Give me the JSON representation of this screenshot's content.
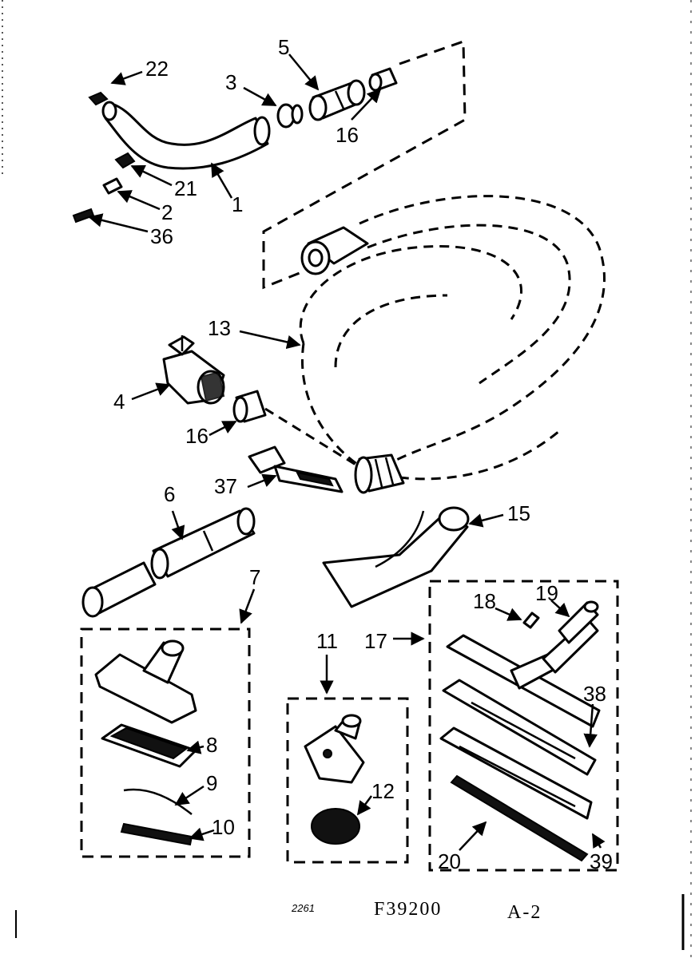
{
  "labels": {
    "p1": "1",
    "p2": "2",
    "p3": "3",
    "p4": "4",
    "p5": "5",
    "p6": "6",
    "p7": "7",
    "p8": "8",
    "p9": "9",
    "p10": "10",
    "p11": "11",
    "p12": "12",
    "p13": "13",
    "p15": "15",
    "p16a": "16",
    "p16b": "16",
    "p17": "17",
    "p18": "18",
    "p19": "19",
    "p20": "20",
    "p21": "21",
    "p22": "22",
    "p36": "36",
    "p37": "37",
    "p38": "38",
    "p39": "39"
  },
  "footer": {
    "code": "2261",
    "catalog": "F39200",
    "page": "A-2"
  }
}
